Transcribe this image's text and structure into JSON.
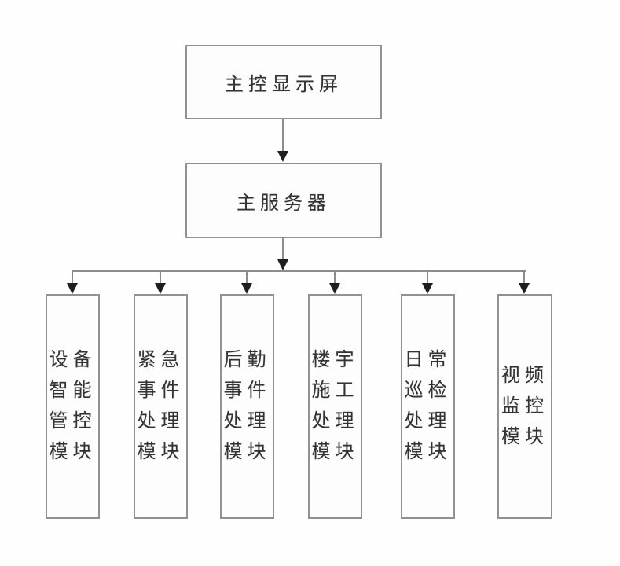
{
  "diagram": {
    "title": "control-system-architecture",
    "root": {
      "label": "主控显示屏"
    },
    "server": {
      "label": "主服务器"
    },
    "modules": [
      {
        "label": "设备智能管控模块"
      },
      {
        "label": "紧急事件处理模块"
      },
      {
        "label": "后勤事件处理模块"
      },
      {
        "label": "楼宇施工处理模块"
      },
      {
        "label": "日常巡检处理模块"
      },
      {
        "label": "视频监控模块"
      }
    ],
    "edges": [
      {
        "from": "主控显示屏",
        "to": "主服务器"
      },
      {
        "from": "主服务器",
        "to": "设备智能管控模块"
      },
      {
        "from": "主服务器",
        "to": "紧急事件处理模块"
      },
      {
        "from": "主服务器",
        "to": "后勤事件处理模块"
      },
      {
        "from": "主服务器",
        "to": "楼宇施工处理模块"
      },
      {
        "from": "主服务器",
        "to": "日常巡检处理模块"
      },
      {
        "from": "主服务器",
        "to": "视频监控模块"
      }
    ],
    "colors": {
      "background": "#fefefe",
      "box_border": "#919191",
      "connector_line": "#8c8c8c",
      "arrowhead": "#1e1e1e",
      "text": "#333333"
    }
  }
}
